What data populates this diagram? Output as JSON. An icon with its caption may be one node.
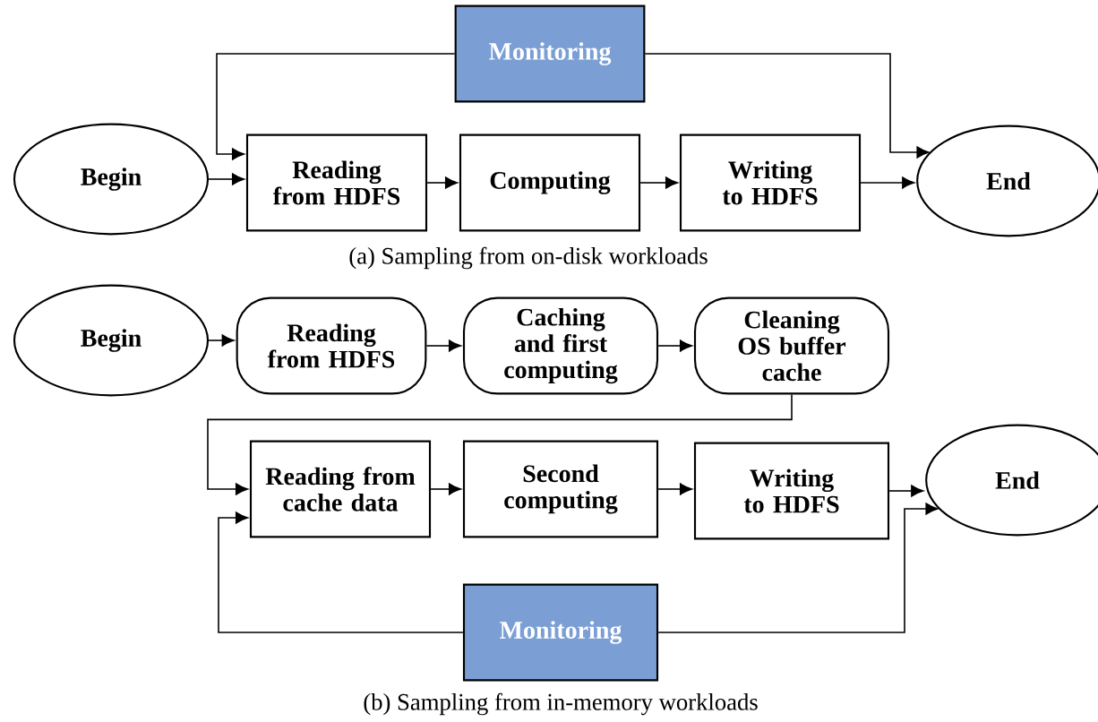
{
  "diagram": {
    "nodes": [
      {
        "text": [
          "Begin"
        ]
      },
      {
        "text": [
          "Reading from HDFS"
        ]
      },
      {
        "text": [
          "Computing"
        ]
      },
      {
        "text": [
          "Writing to HDFS"
        ]
      },
      {
        "text": [
          "End"
        ]
      },
      {
        "text": [
          "Monitoring"
        ]
      },
      {
        "text": [
          "Begin"
        ]
      },
      {
        "text": [
          "Reading from HDFS"
        ]
      },
      {
        "text": [
          "Caching and first computing"
        ]
      },
      {
        "text": [
          "Cleaning OS buffer cache"
        ]
      },
      {
        "text": [
          "Reading from cache data"
        ]
      },
      {
        "text": [
          "Second computing"
        ]
      },
      {
        "text": [
          "Writing to HDFS"
        ]
      },
      {
        "text": [
          "End"
        ]
      },
      {
        "text": [
          "Monitoring"
        ]
      }
    ],
    "edges": [
      {
        "from": 0,
        "to": 1,
        "arrow": "to"
      },
      {
        "from": 1,
        "to": 2,
        "arrow": "to"
      },
      {
        "from": 2,
        "to": 3,
        "arrow": "to"
      },
      {
        "from": 3,
        "to": 4,
        "arrow": "to"
      },
      {
        "from": 5,
        "to": 1,
        "arrow": "to"
      },
      {
        "from": 5,
        "to": 4,
        "arrow": "to"
      },
      {
        "from": 6,
        "to": 7,
        "arrow": "to"
      },
      {
        "from": 7,
        "to": 8,
        "arrow": "to"
      },
      {
        "from": 8,
        "to": 9,
        "arrow": "to"
      },
      {
        "from": 9,
        "to": 10,
        "arrow": "to"
      },
      {
        "from": 10,
        "to": 11,
        "arrow": "to"
      },
      {
        "from": 11,
        "to": 12,
        "arrow": "to"
      },
      {
        "from": 12,
        "to": 13,
        "arrow": "to"
      },
      {
        "from": 14,
        "to": 10,
        "arrow": "to"
      },
      {
        "from": 14,
        "to": 13,
        "arrow": "to"
      }
    ],
    "labels": [
      "(a) Sampling from on-disk workloads",
      "(b)  Sampling from in-memory workloads"
    ]
  }
}
